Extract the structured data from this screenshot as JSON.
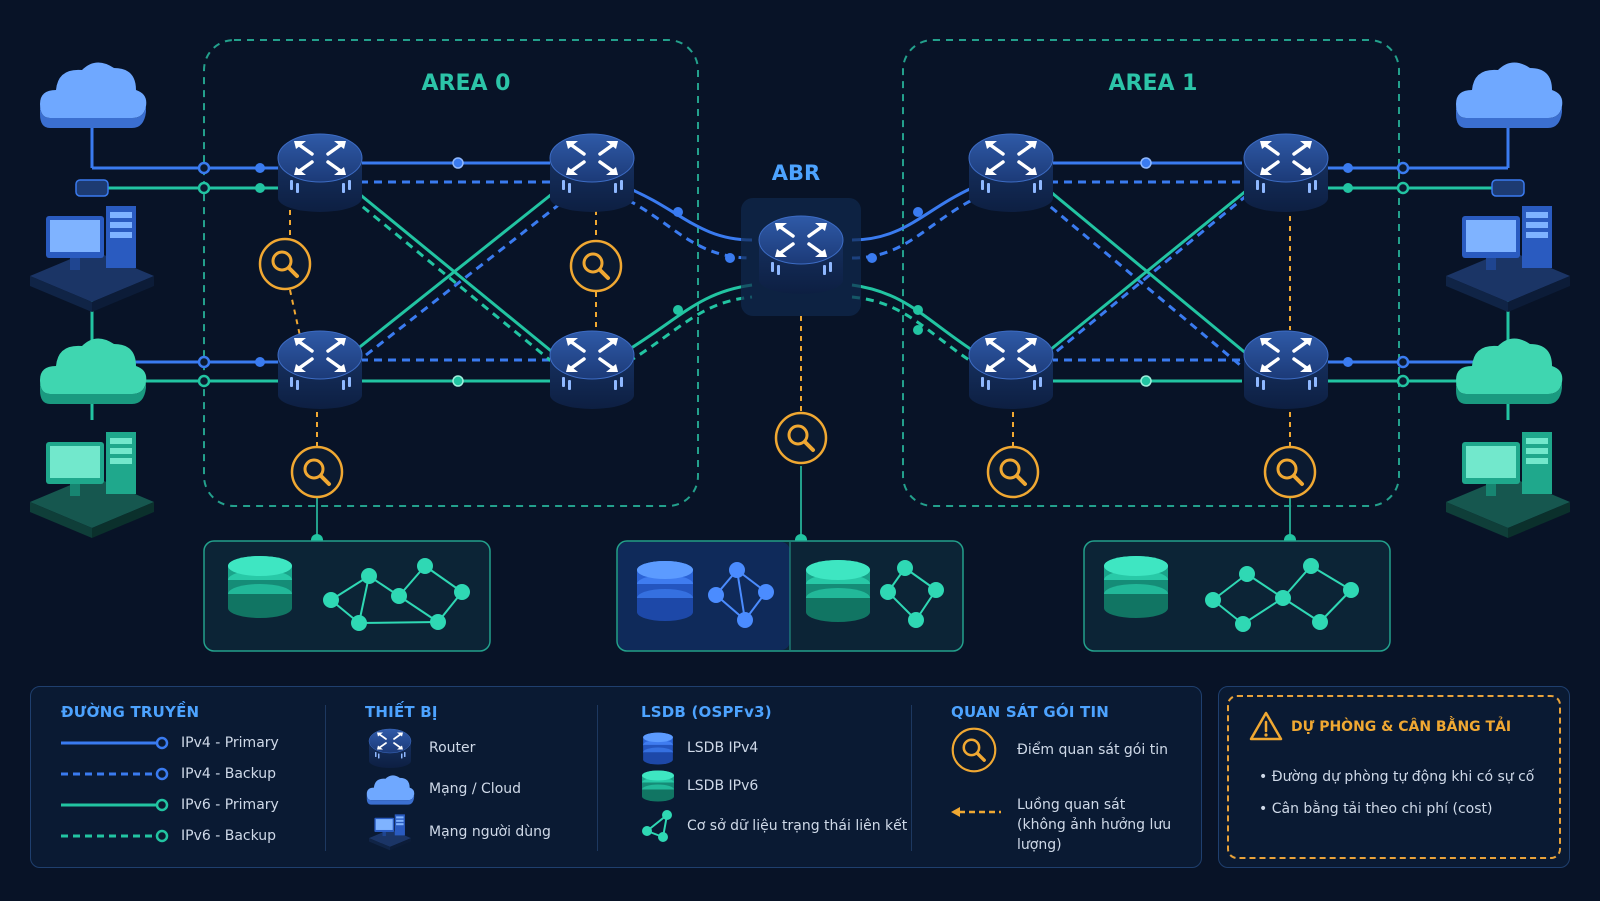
{
  "areas": {
    "area0": "AREA 0",
    "area1": "AREA 1",
    "abr": "ABR"
  },
  "legend": {
    "links": {
      "title": "ĐƯỜNG TRUYỀN",
      "items": [
        "IPv4 - Primary",
        "IPv4 - Backup",
        "IPv6 - Primary",
        "IPv6 - Backup"
      ]
    },
    "devices": {
      "title": "THIẾT BỊ",
      "items": [
        "Router",
        "Mạng / Cloud",
        "Mạng người dùng"
      ]
    },
    "lsdb": {
      "title": "LSDB (OSPFv3)",
      "items": [
        "LSDB IPv4",
        "LSDB IPv6",
        "Cơ sở dữ liệu trạng thái liên kết"
      ]
    },
    "capture": {
      "title": "QUAN SÁT GÓI TIN",
      "point": "Điểm quan sát gói tin",
      "flow_lines": [
        "Luồng quan sát",
        "(không ảnh hưởng lưu",
        "lượng)"
      ]
    }
  },
  "redundancy": {
    "title": "DỰ PHÒNG & CÂN BẰNG TẢI",
    "bullets": [
      "Đường dự phòng tự động khi có sự cố",
      "Cân bằng tải theo chi phí (cost)"
    ]
  },
  "colors": {
    "background": "#081327",
    "ipv4": "#3a7bf0",
    "ipv6": "#22c4a2",
    "capture": "#f0a832",
    "area_border": "#23a08c",
    "router_body": "#1b3466"
  }
}
